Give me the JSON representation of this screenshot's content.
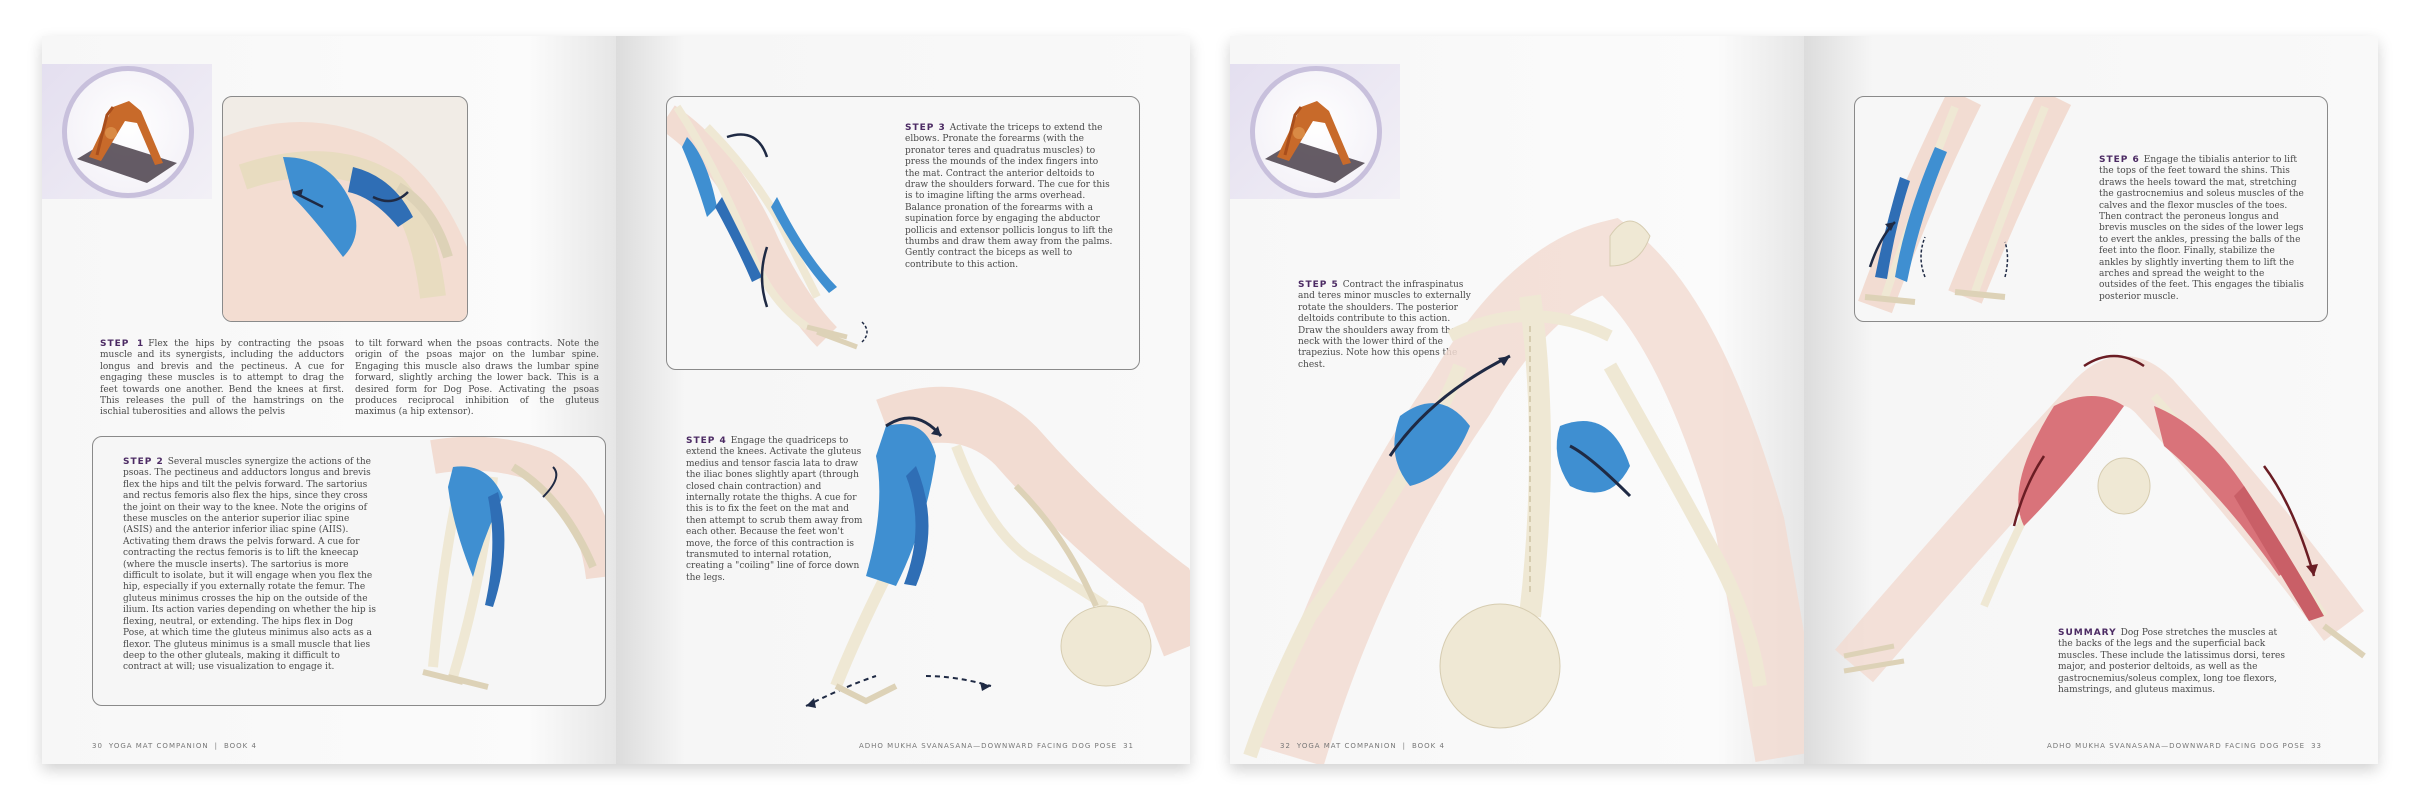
{
  "spread1": {
    "left_page": {
      "step1_label": "STEP 1",
      "step1_col1": "Flex the hips by contracting the psoas muscle and its synergists, including the adductors longus and brevis and the pectineus. A cue for engaging these muscles is to attempt to drag the feet towards one another. Bend the knees at first. This releases the pull of the hamstrings on the ischial tuberosities and allows the pelvis",
      "step1_col2": "to tilt forward when the psoas contracts. Note the origin of the psoas major on the lumbar spine. Engaging this muscle also draws the lumbar spine forward, slightly arching the lower back. This is a desired form for Dog Pose. Activating the psoas produces reciprocal inhibition of the gluteus maximus (a hip extensor).",
      "step2_label": "STEP 2",
      "step2_text": "Several muscles synergize the actions of the psoas. The pectineus and adductors longus and brevis flex the hips and tilt the pelvis forward. The sartorius and rectus femoris also flex the hips, since they cross the joint on their way to the knee. Note the origins of these muscles on the anterior superior iliac spine (ASIS) and the anterior inferior iliac spine (AIIS). Activating them draws the pelvis forward. A cue for contracting the rectus femoris is to lift the kneecap (where the muscle inserts). The sartorius is more difficult to isolate, but it will engage when you flex the hip, especially if you externally rotate the femur. The gluteus minimus crosses the hip on the outside of the ilium. Its action varies depending on whether the hip is flexing, neutral, or extending. The hips flex in Dog Pose, at which time the gluteus minimus also acts as a flexor. The gluteus minimus is a small muscle that lies deep to the other gluteals, making it difficult to contract at will; use visualization to engage it.",
      "footer_page": "30",
      "footer_title": "YOGA MAT COMPANION",
      "footer_book": "BOOK 4"
    },
    "right_page": {
      "step3_label": "STEP 3",
      "step3_text": "Activate the triceps to extend the elbows. Pronate the forearms (with the pronator teres and quadratus muscles) to press the mounds of the index fingers into the mat. Contract the anterior deltoids to draw the shoulders forward. The cue for this is to imagine lifting the arms overhead. Balance pronation of the forearms with a supination force by engaging the abductor pollicis and extensor pollicis longus to lift the thumbs and draw them away from the palms. Gently contract the biceps as well to contribute to this action.",
      "step4_label": "STEP 4",
      "step4_text": "Engage the quadriceps to extend the knees. Activate the gluteus medius and tensor fascia lata to draw the iliac bones slightly apart (through closed chain contraction) and internally rotate the thighs. A cue for this is to fix the feet on the mat and then attempt to scrub them away from each other. Because the feet won't move, the force of this contraction is transmuted to internal rotation, creating a \"coiling\" line of force down the legs.",
      "footer_title": "ADHO MUKHA SVANASANA—DOWNWARD FACING DOG POSE",
      "footer_page": "31"
    }
  },
  "spread2": {
    "left_page": {
      "step5_label": "STEP 5",
      "step5_text": "Contract the infraspinatus and teres minor muscles to externally rotate the shoulders. The posterior deltoids contribute to this action. Draw the shoulders away from the neck with the lower third of the trapezius. Note how this opens the chest.",
      "footer_page": "32",
      "footer_title": "YOGA MAT COMPANION",
      "footer_book": "BOOK 4"
    },
    "right_page": {
      "step6_label": "STEP 6",
      "step6_text": "Engage the tibialis anterior to lift the tops of the feet toward the shins. This draws the heels toward the mat, stretching the gastrocnemius and soleus muscles of the calves and the flexor muscles of the toes. Then contract the peroneus longus and brevis muscles on the sides of the lower legs to evert the ankles, pressing the balls of the feet into the floor. Finally, stabilize the ankles by slightly inverting them to lift the arches and spread the weight to the outsides of the feet. This engages the tibialis posterior muscle.",
      "summary_label": "SUMMARY",
      "summary_text": "Dog Pose stretches the muscles at the backs of the legs and the superficial back muscles. These include the latissimus dorsi, teres major, and posterior deltoids, as well as the gastrocnemius/soleus complex, long toe flexors, hamstrings, and gluteus maximus.",
      "footer_title": "ADHO MUKHA SVANASANA—DOWNWARD FACING DOG POSE",
      "footer_page": "33"
    }
  },
  "colors": {
    "label": "#4b2a63",
    "muscle_blue": "#3f8fd1",
    "muscle_red": "#d9737a",
    "bone": "#efe8d4",
    "skin": "#f2dcd2",
    "circle_ring": "#c8c0dc"
  }
}
